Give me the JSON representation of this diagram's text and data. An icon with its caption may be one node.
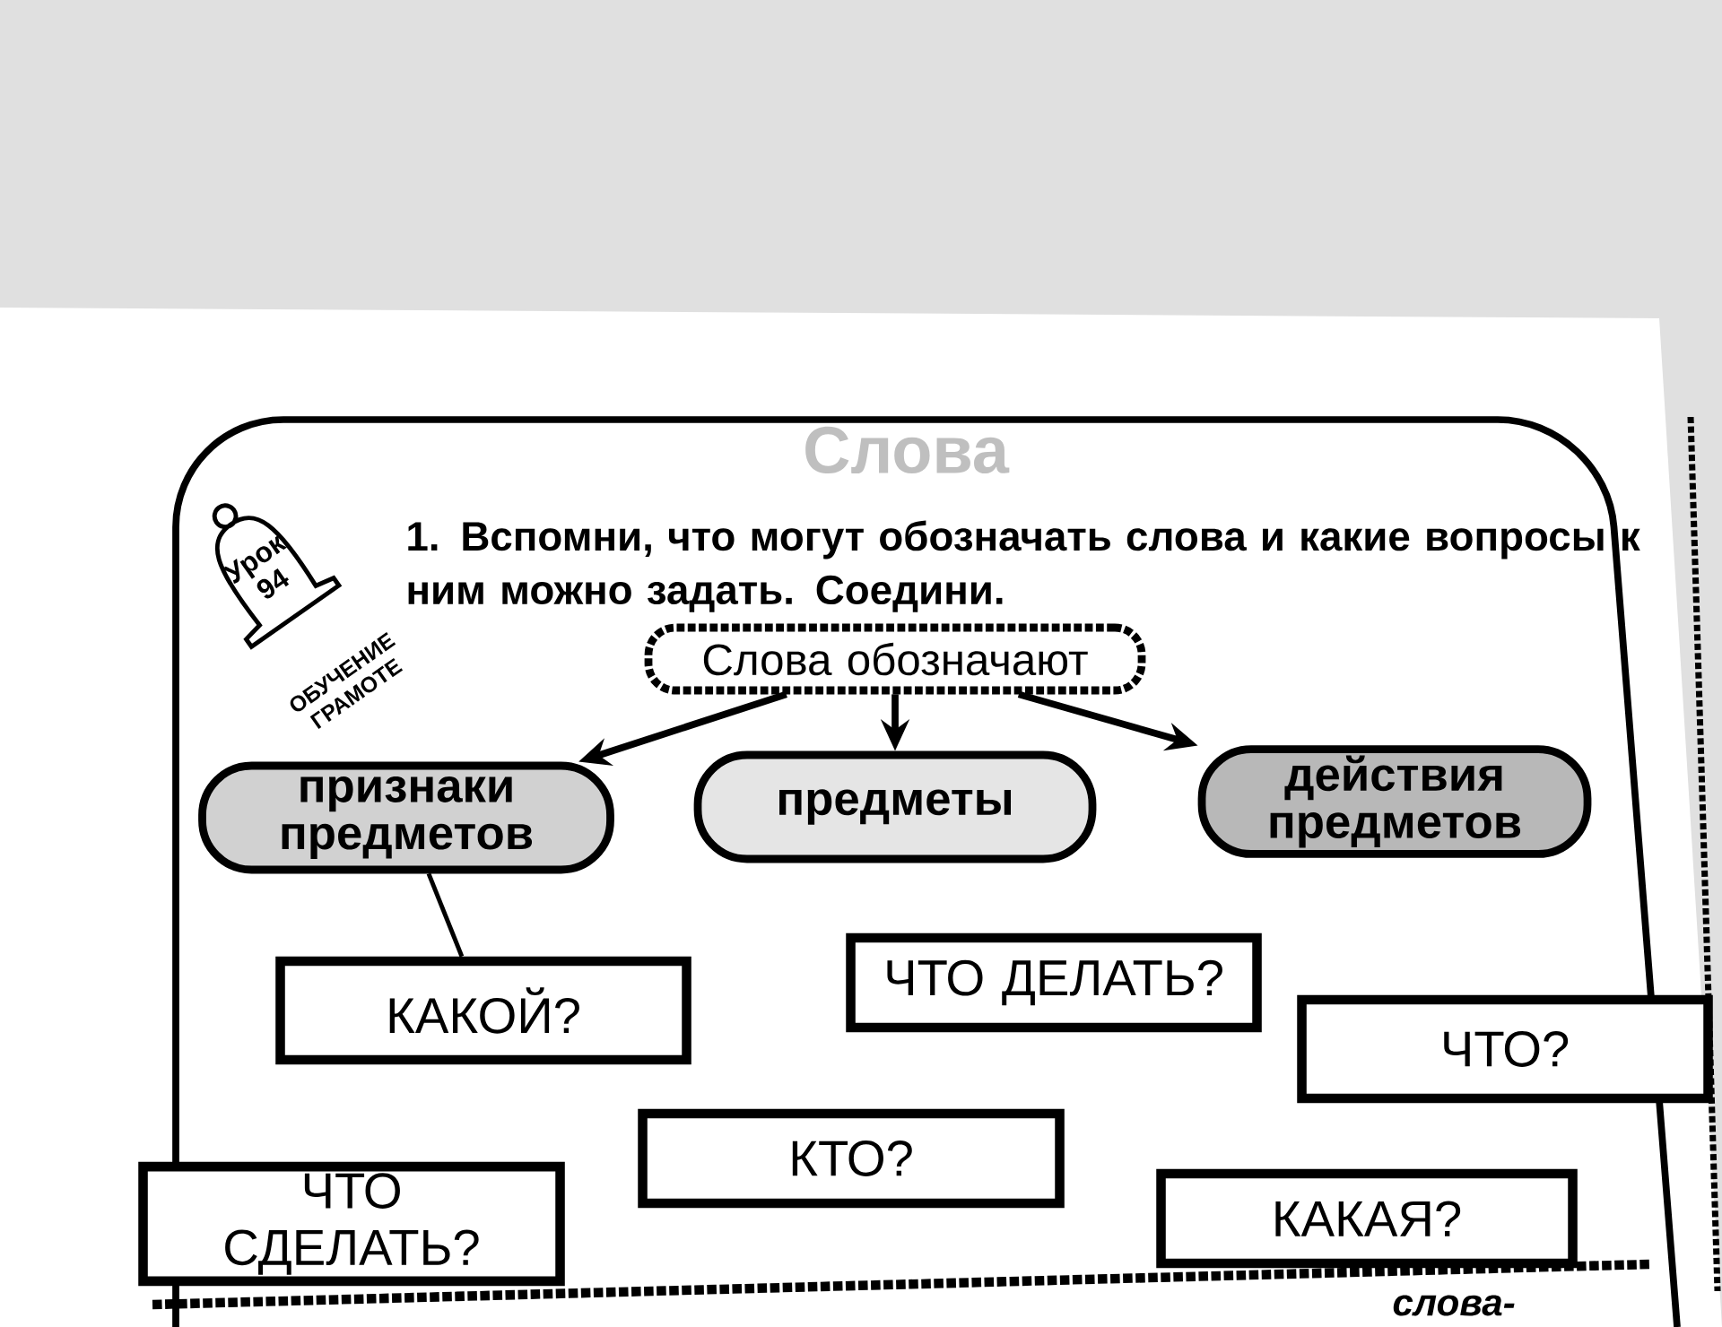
{
  "diagram": {
    "title": "Слова",
    "nodes": [
      {
        "text": [
          "Урок 94"
        ],
        "beside": [
          "ОБУЧЕНИЕ ГРАМОТЕ"
        ]
      },
      {
        "text": [
          "Слова обозначают"
        ]
      },
      {
        "text": [
          "признаки предметов"
        ]
      },
      {
        "text": [
          "предметы"
        ]
      },
      {
        "text": [
          "действия предметов"
        ]
      },
      {
        "text": [
          "КАКОЙ?"
        ]
      },
      {
        "text": [
          "ЧТО ДЕЛАТЬ?"
        ]
      },
      {
        "text": [
          "ЧТО?"
        ]
      },
      {
        "text": [
          "КТО?"
        ]
      },
      {
        "text": [
          "ЧТО СДЕЛАТЬ?"
        ]
      },
      {
        "text": [
          "КАКАЯ?"
        ]
      }
    ],
    "edges": [
      {
        "from": 1,
        "to": 2,
        "arrow": "to"
      },
      {
        "from": 1,
        "to": 3,
        "arrow": "to"
      },
      {
        "from": 1,
        "to": 4,
        "arrow": "to"
      },
      {
        "from": 2,
        "to": 5,
        "arrow": "none"
      }
    ],
    "labels": [
      "1. Вспомни, что могут обозначать слова и какие вопросы к ним можно задать. Соедини.",
      "слова-"
    ]
  }
}
